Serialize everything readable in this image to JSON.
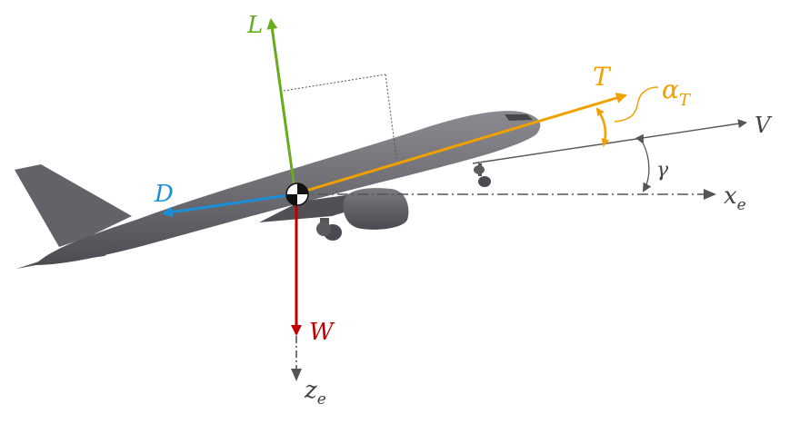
{
  "labels": {
    "lift": "L",
    "thrust": "T",
    "thrust_angle_symbol": "α",
    "thrust_angle_subscript": "T",
    "velocity": "V",
    "flight_path_angle": "γ",
    "drag": "D",
    "earth_x_axis_symbol": "x",
    "earth_x_axis_subscript": "e",
    "weight": "W",
    "earth_z_axis_symbol": "z",
    "earth_z_axis_subscript": "e"
  },
  "colors": {
    "lift": "#6aaa1e",
    "thrust": "#f0a000",
    "drag": "#1a8fd8",
    "weight": "#c00000",
    "axes": "#555555",
    "aircraft_body": "#6b6b70",
    "aircraft_shadow": "#4c4c52",
    "aircraft_light": "#8a8a90"
  },
  "icons": {
    "center_of_gravity": "cg-marker-icon",
    "aircraft": "airliner-icon"
  }
}
